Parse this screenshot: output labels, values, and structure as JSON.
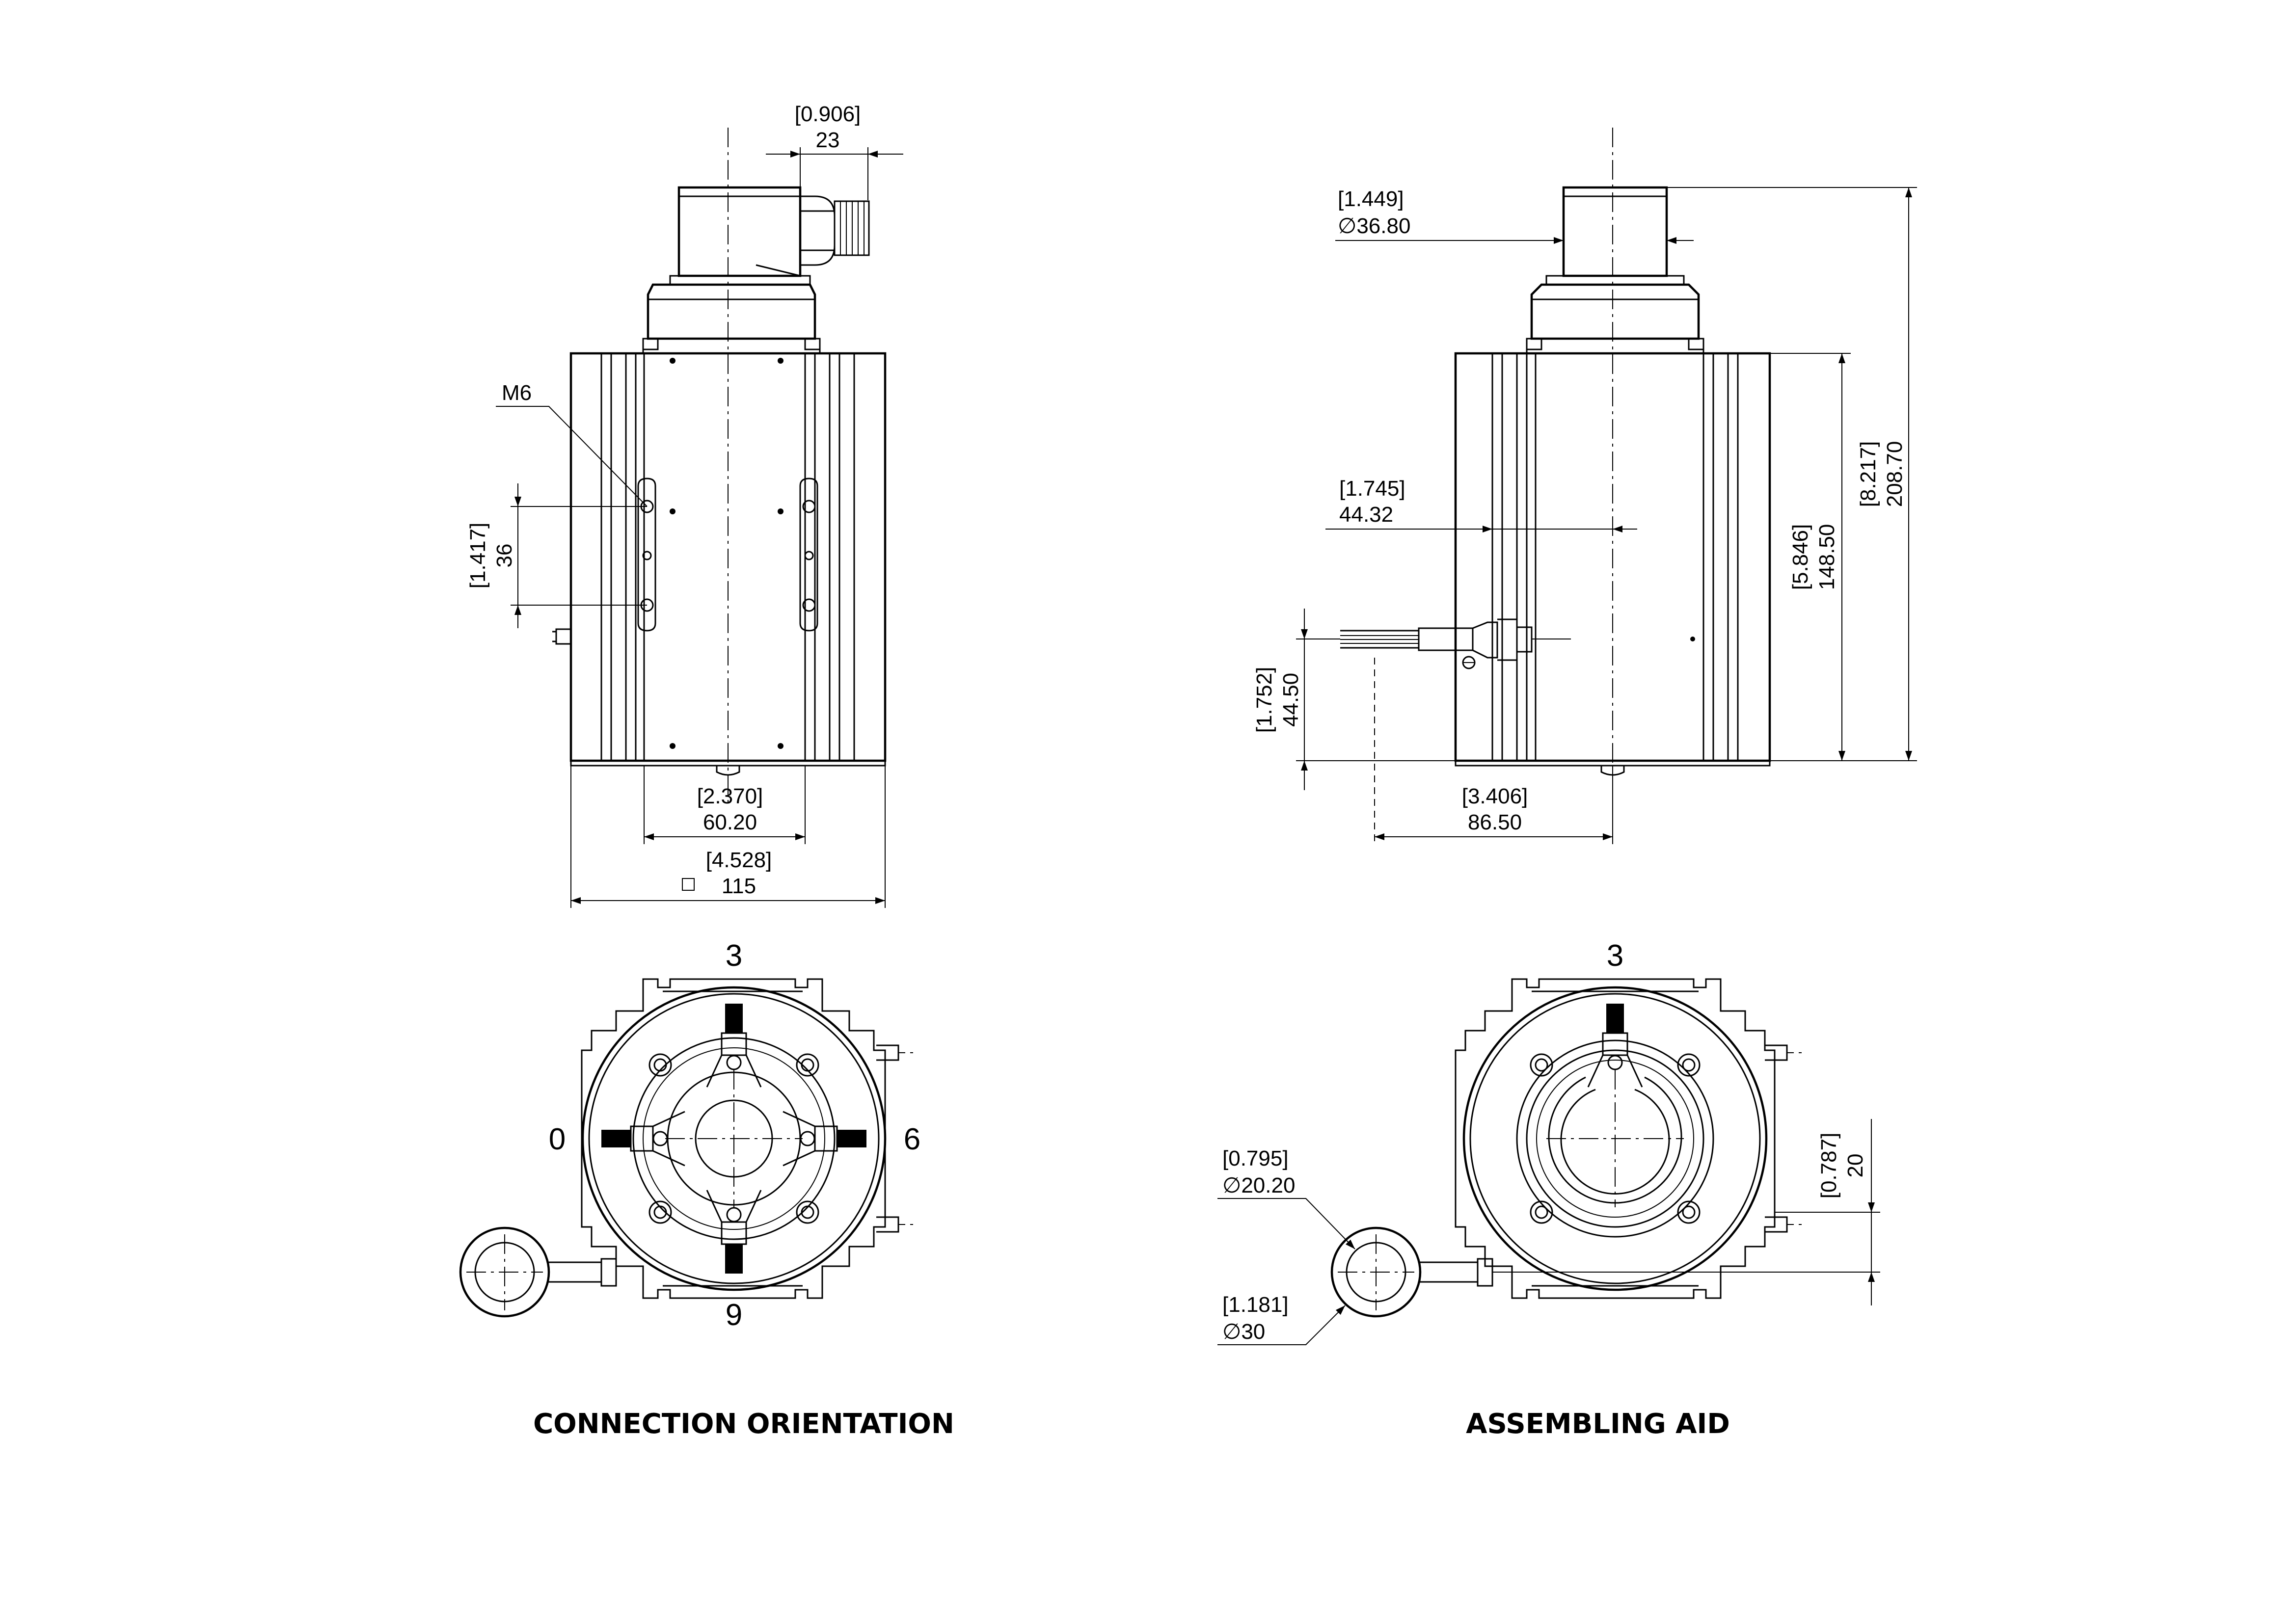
{
  "dimensions": {
    "connector_offset": {
      "inch": "[0.906]",
      "mm": "23"
    },
    "thread": {
      "label": "M6"
    },
    "hole_spacing": {
      "inch": "[1.417]",
      "mm": "36"
    },
    "inner_width": {
      "inch": "[2.370]",
      "mm": "60.20"
    },
    "square_width": {
      "inch": "[4.528]",
      "mm": "115"
    },
    "cap_diameter": {
      "inch": "[1.449]",
      "mm": "∅36.80"
    },
    "side_offset": {
      "inch": "[1.745]",
      "mm": "44.32"
    },
    "cable_height": {
      "inch": "[1.752]",
      "mm": "44.50"
    },
    "cable_offset": {
      "inch": "[3.406]",
      "mm": "86.50"
    },
    "body_height": {
      "inch": "[5.846]",
      "mm": "148.50"
    },
    "total_height": {
      "inch": "[8.217]",
      "mm": "208.70"
    },
    "ring_inner": {
      "inch": "[0.795]",
      "mm": "∅20.20"
    },
    "ring_outer": {
      "inch": "[1.181]",
      "mm": "∅30"
    },
    "ring_offset": {
      "inch": "[0.787]",
      "mm": "20"
    }
  },
  "orientation_labels": {
    "top": "3",
    "left": "0",
    "right": "6",
    "bottom": "9",
    "aid_top": "3"
  },
  "captions": {
    "left": "CONNECTION ORIENTATION",
    "right": "ASSEMBLING AID"
  }
}
